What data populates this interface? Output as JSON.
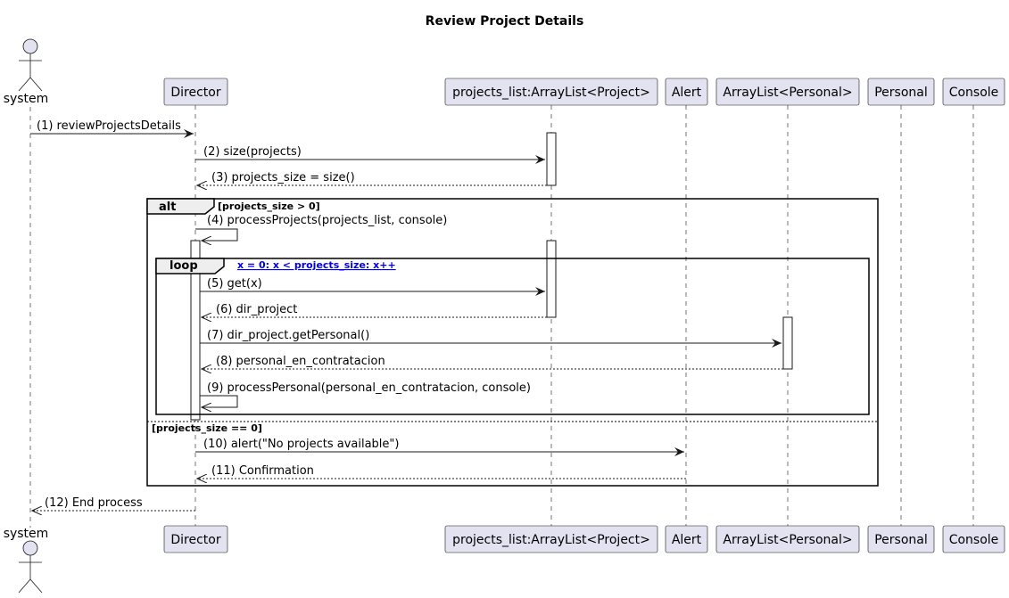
{
  "title": "Review Project Details",
  "participants": [
    {
      "name": "system",
      "kind": "actor"
    },
    {
      "name": "Director",
      "kind": "participant"
    },
    {
      "name": "projects_list:ArrayList<Project>",
      "kind": "participant"
    },
    {
      "name": "Alert",
      "kind": "participant"
    },
    {
      "name": "ArrayList<Personal>",
      "kind": "participant"
    },
    {
      "name": "Personal",
      "kind": "participant"
    },
    {
      "name": "Console",
      "kind": "participant"
    }
  ],
  "messages": [
    {
      "label": "(1) reviewProjectsDetails",
      "from": "system",
      "to": "Director",
      "style": "solid"
    },
    {
      "label": "(2) size(projects)",
      "from": "Director",
      "to": "projects_list:ArrayList<Project>",
      "style": "solid"
    },
    {
      "label": "(3) projects_size = size()",
      "from": "projects_list:ArrayList<Project>",
      "to": "Director",
      "style": "dashed"
    },
    {
      "label": "(4) processProjects(projects_list, console)",
      "from": "Director",
      "to": "Director",
      "style": "self"
    },
    {
      "label": "(5) get(x)",
      "from": "Director",
      "to": "projects_list:ArrayList<Project>",
      "style": "solid"
    },
    {
      "label": "(6) dir_project",
      "from": "projects_list:ArrayList<Project>",
      "to": "Director",
      "style": "dashed"
    },
    {
      "label": "(7) dir_project.getPersonal()",
      "from": "Director",
      "to": "ArrayList<Personal>",
      "style": "solid"
    },
    {
      "label": "(8) personal_en_contratacion",
      "from": "ArrayList<Personal>",
      "to": "Director",
      "style": "dashed"
    },
    {
      "label": "(9) processPersonal(personal_en_contratacion, console)",
      "from": "Director",
      "to": "Director",
      "style": "self"
    },
    {
      "label": "(10) alert(\"No projects available\")",
      "from": "Director",
      "to": "Alert",
      "style": "solid"
    },
    {
      "label": "(11) Confirmation",
      "from": "Alert",
      "to": "Director",
      "style": "dashed"
    },
    {
      "label": "(12) End process",
      "from": "Director",
      "to": "system",
      "style": "dashed"
    }
  ],
  "fragments": {
    "alt": {
      "keyword": "alt",
      "guard": "[projects_size > 0]",
      "else_guard": "[projects_size == 0]"
    },
    "loop": {
      "keyword": "loop",
      "guard": "x = 0: x < projects_size: x++"
    }
  },
  "colors": {
    "participant_fill": "#e2e2f0",
    "line": "#181818",
    "frame_tab": "#eeeeee",
    "link": "#0000ee"
  }
}
